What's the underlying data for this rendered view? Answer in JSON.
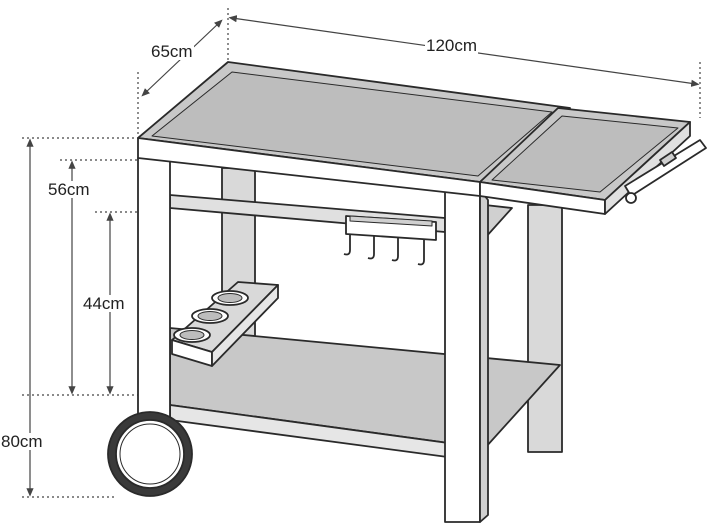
{
  "dimensions": {
    "width": "120cm",
    "depth": "65cm",
    "total_height": "80cm",
    "upper_height": "56cm",
    "lower_height": "44cm"
  },
  "colors": {
    "stroke": "#2a2a2a",
    "panel_fill": "#c8c8c8",
    "panel_fill_light": "#dedede",
    "leg_fill": "#ffffff",
    "wheel_outer": "#3a3a3a",
    "wheel_inner": "#ffffff",
    "dimension_line": "#444444"
  },
  "icons": [
    "wheel-icon",
    "utensil-hook-icon",
    "bottle-holder-icon",
    "handle-icon"
  ]
}
